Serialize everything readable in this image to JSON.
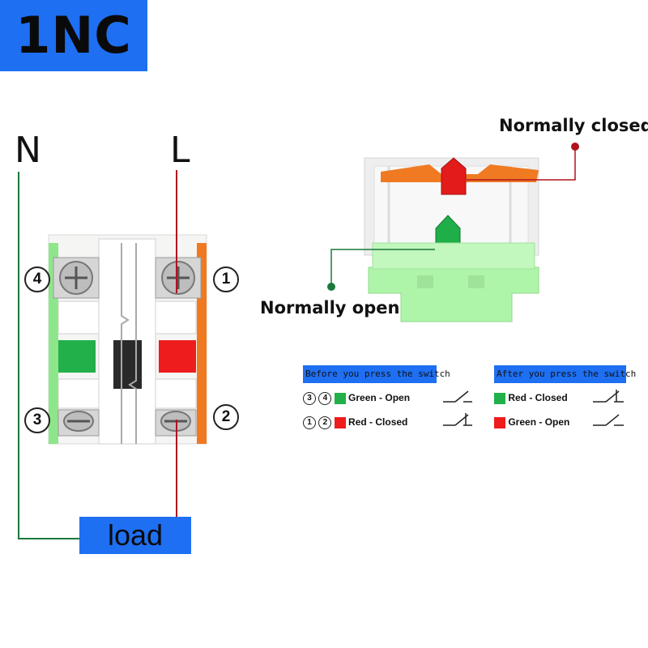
{
  "title": "1NC",
  "wiring": {
    "neutral_label": "N",
    "live_label": "L",
    "terminals": [
      "4",
      "1",
      "3",
      "2"
    ],
    "load_label": "load"
  },
  "callouts": {
    "normally_closed": "Normally closed",
    "normally_open": "Normally open"
  },
  "table_before": {
    "heading": "Before you press the switch",
    "rows": [
      {
        "nums": [
          "3",
          "4"
        ],
        "color": "#22b04a",
        "text": "Green - Open"
      },
      {
        "nums": [
          "1",
          "2"
        ],
        "color": "#ee1c1c",
        "text": "Red - Closed"
      }
    ]
  },
  "table_after": {
    "heading": "After you press the switch",
    "rows": [
      {
        "color": "#22b04a",
        "text": "Red - Closed"
      },
      {
        "color": "#ee1c1c",
        "text": "Green - Open"
      }
    ]
  },
  "colors": {
    "accent_blue": "#1e6ff2",
    "wire_green": "#1a7a3c",
    "wire_red": "#b0121e",
    "green": "#22b04a",
    "red": "#ee1c1c",
    "orange": "#f07a22"
  }
}
